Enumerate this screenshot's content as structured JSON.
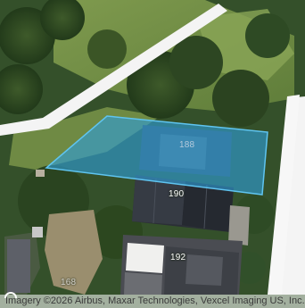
{
  "map": {
    "parcels": {
      "highlighted": "188",
      "center": "190",
      "south": "192",
      "southwest": "168"
    },
    "highlight_color": "#2f9ed8",
    "attribution": "Imagery ©2026 Airbus, Maxar Technologies, Vexcel Imaging US, Inc."
  }
}
